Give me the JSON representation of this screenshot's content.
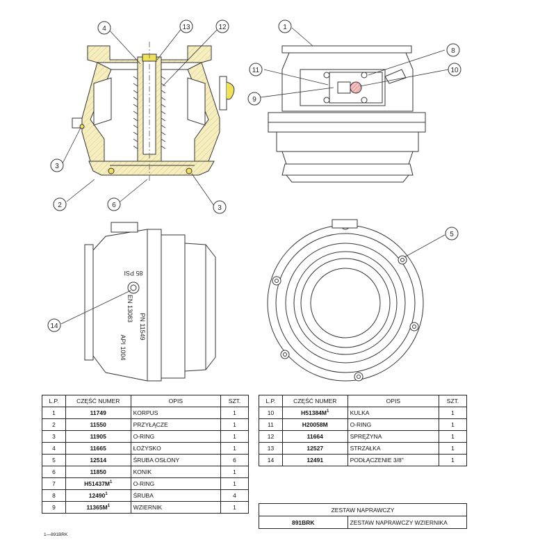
{
  "callouts": {
    "n1": "1",
    "n2": "2",
    "n3a": "3",
    "n3b": "3",
    "n4": "4",
    "n5": "5",
    "n6": "6",
    "n8": "8",
    "n9": "9",
    "n10": "10",
    "n11": "11",
    "n12": "12",
    "n13": "13",
    "n14": "14"
  },
  "side_markings": {
    "pressure": "85 PSI",
    "standard": "EN 13083",
    "pn": "PN 11549",
    "api": "API 1004"
  },
  "table": {
    "headers": {
      "lp": "L.P.",
      "part": "CZĘŚĆ NUMER",
      "desc": "OPIS",
      "qty": "SZT."
    },
    "left_rows": [
      {
        "lp": "1",
        "part": "11749",
        "sup": "",
        "desc": "KORPUS",
        "qty": "1"
      },
      {
        "lp": "2",
        "part": "11550",
        "sup": "",
        "desc": "PRZYŁĄCZE",
        "qty": "1"
      },
      {
        "lp": "3",
        "part": "11905",
        "sup": "",
        "desc": "O-RING",
        "qty": "1"
      },
      {
        "lp": "4",
        "part": "11665",
        "sup": "",
        "desc": "ŁOŻYSKO",
        "qty": "1"
      },
      {
        "lp": "5",
        "part": "12514",
        "sup": "",
        "desc": "ŚRUBA OSŁONY",
        "qty": "6"
      },
      {
        "lp": "6",
        "part": "11850",
        "sup": "",
        "desc": "KONIK",
        "qty": "1"
      },
      {
        "lp": "7",
        "part": "H51437M",
        "sup": "1",
        "desc": "O-RING",
        "qty": "1"
      },
      {
        "lp": "8",
        "part": "12490",
        "sup": "1",
        "desc": "ŚRUBA",
        "qty": "4"
      },
      {
        "lp": "9",
        "part": "11365M",
        "sup": "1",
        "desc": "WZIERNIK",
        "qty": "1"
      }
    ],
    "right_rows": [
      {
        "lp": "10",
        "part": "H51384M",
        "sup": "1",
        "desc": "KULKA",
        "qty": "1"
      },
      {
        "lp": "11",
        "part": "H20058M",
        "sup": "",
        "desc": "O-RING",
        "qty": "1"
      },
      {
        "lp": "12",
        "part": "11664",
        "sup": "",
        "desc": "SPRĘŻYNA",
        "qty": "1"
      },
      {
        "lp": "13",
        "part": "12527",
        "sup": "",
        "desc": "STRZAŁKA",
        "qty": "1"
      },
      {
        "lp": "14",
        "part": "12491",
        "sup": "",
        "desc": "PODŁĄCZENIE 3/8\"",
        "qty": "1"
      }
    ]
  },
  "kit": {
    "title": "ZESTAW NAPRAWCZY",
    "part": "891BRK",
    "desc": "ZESTAW NAPRAWCZY WZIERNIKA"
  },
  "doc_code": "1—891BRK",
  "colors": {
    "line": "#333333",
    "hatch_fill": "#f3eab4",
    "highlight": "#f0e15a",
    "ball": "#e49a9a"
  }
}
